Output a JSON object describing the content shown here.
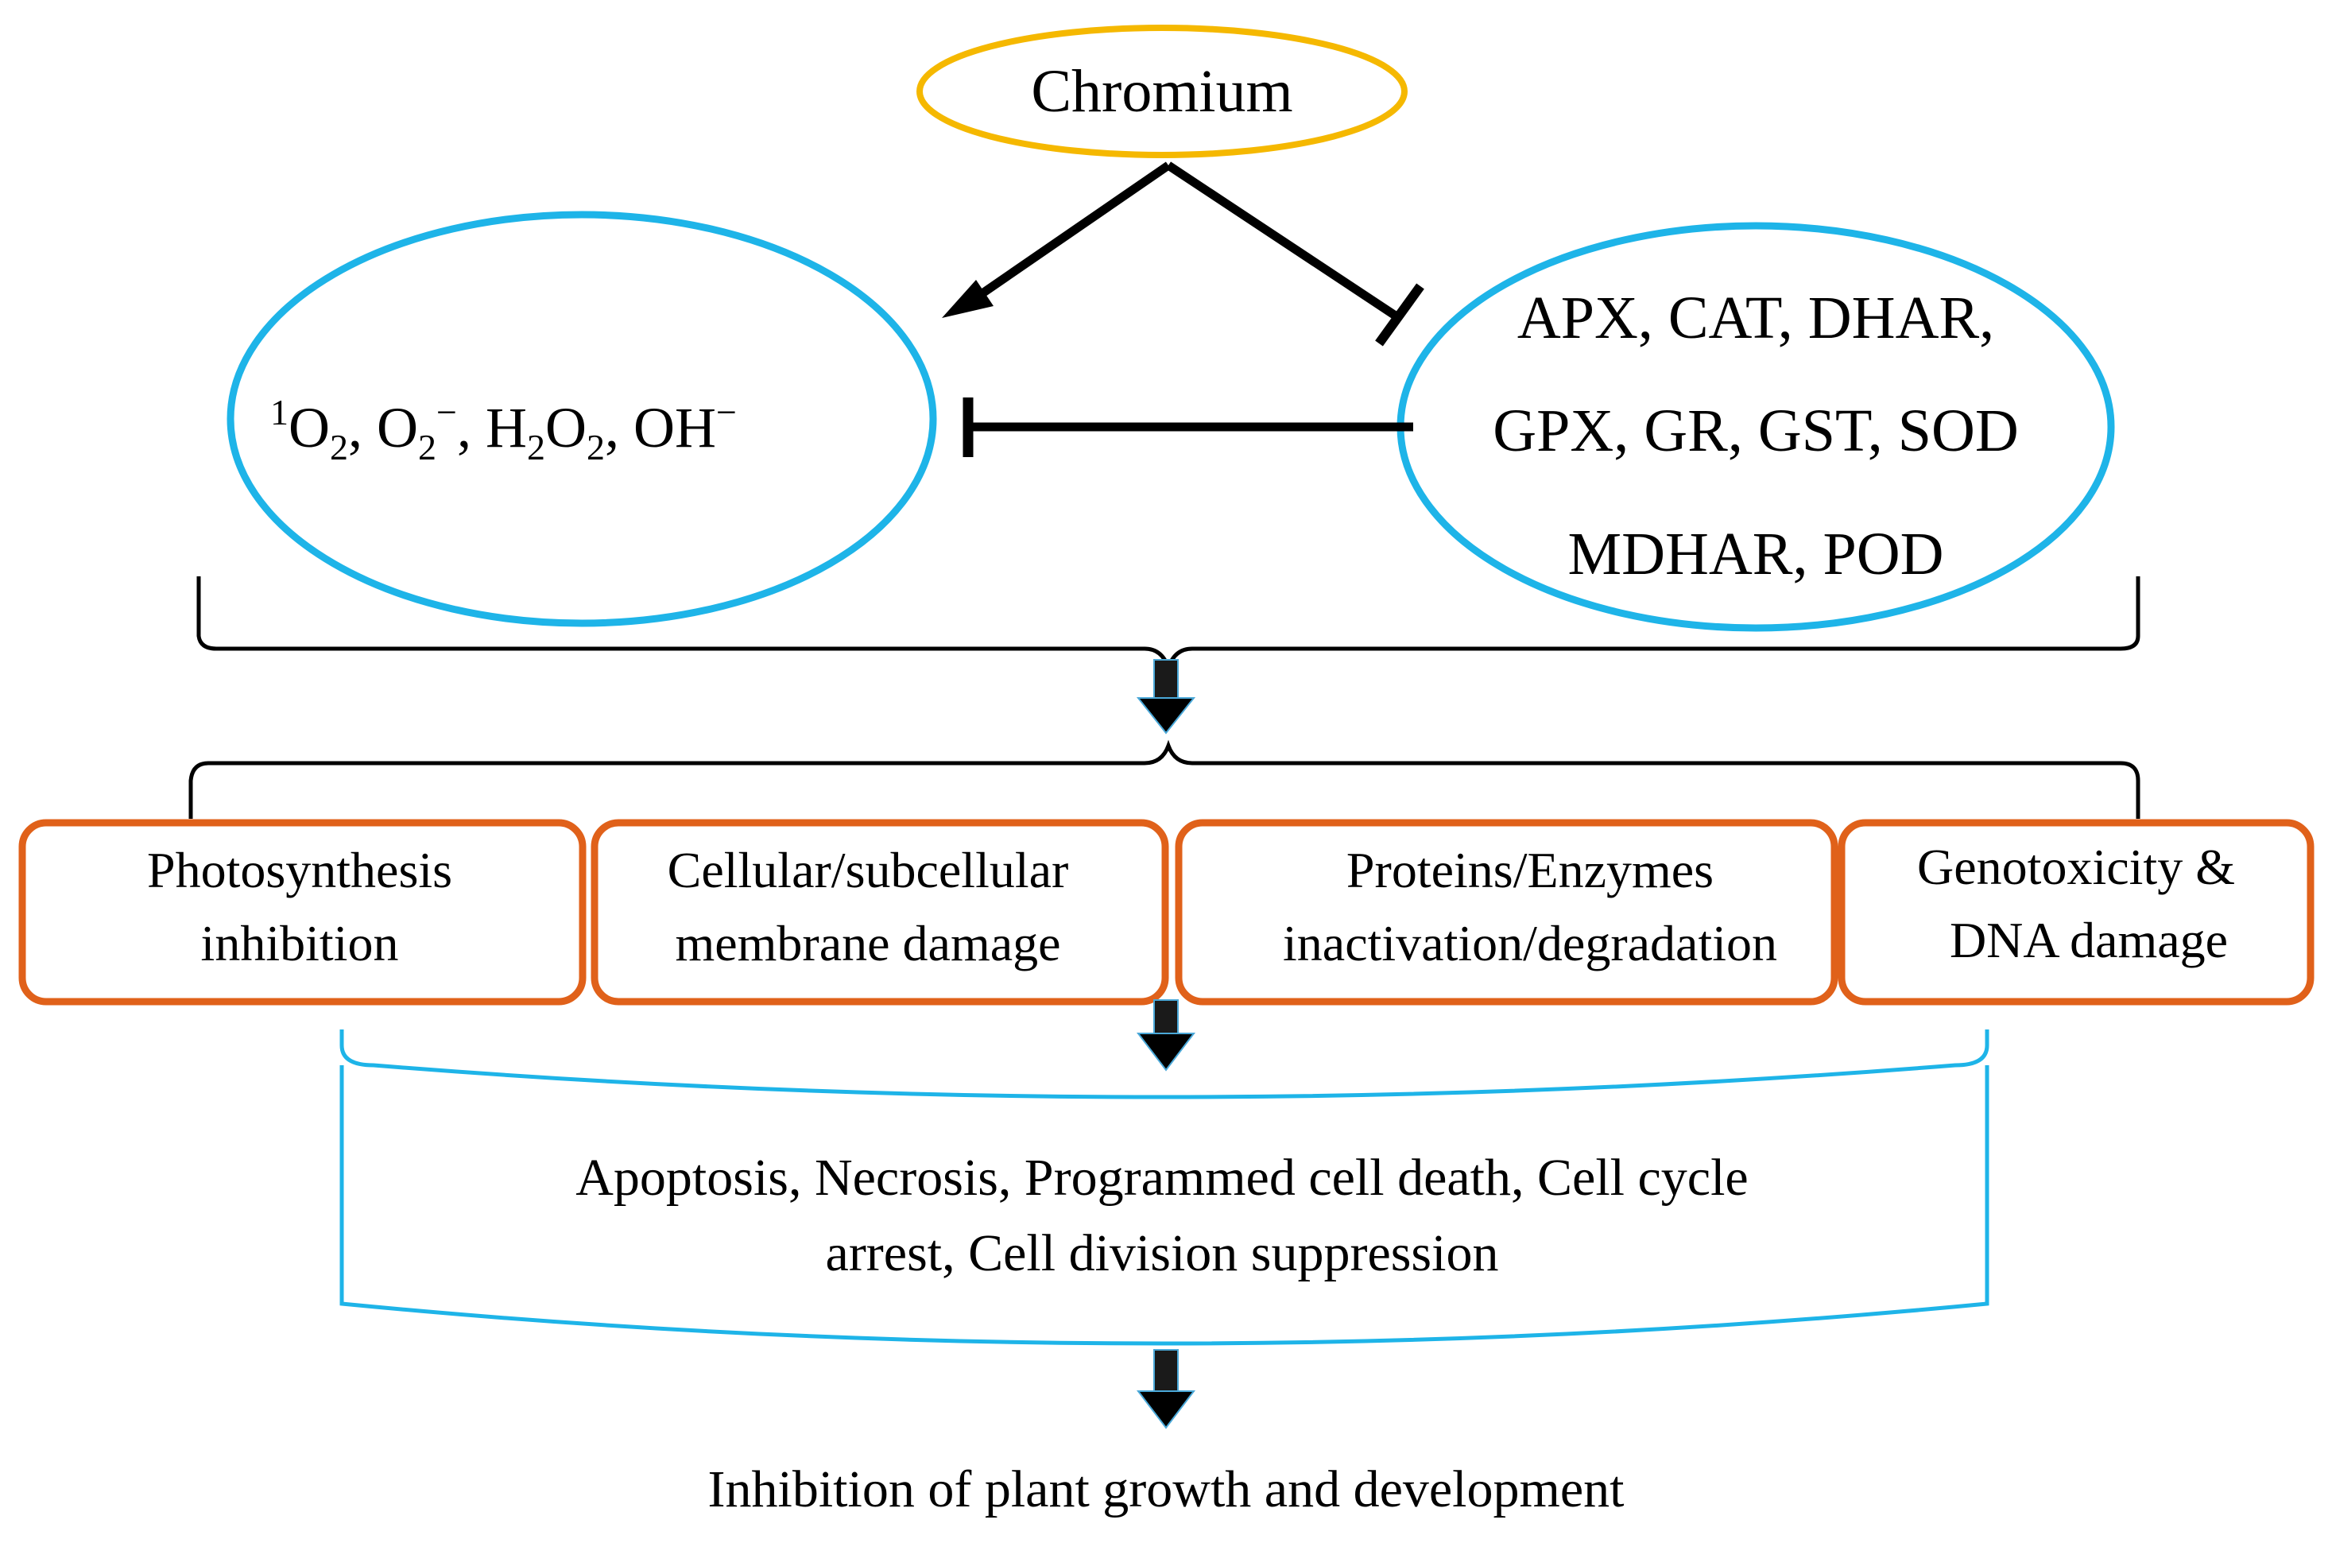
{
  "source": {
    "label": "Chromium"
  },
  "ros": {
    "parts": [
      "1",
      "O",
      "2",
      ", O",
      "2",
      "−",
      ", H",
      "2",
      "O",
      "2",
      ", OH",
      "−"
    ]
  },
  "antioxidants": {
    "line1": "APX, CAT, DHAR,",
    "line2": "GPX, GR, GST, SOD",
    "line3": "MDHAR, POD"
  },
  "effects": [
    {
      "line1": "Photosynthesis",
      "line2": "inhibition"
    },
    {
      "line1": "Cellular/subcellular",
      "line2": "membrane damage"
    },
    {
      "line1": "Proteins/Enzymes",
      "line2": "inactivation/degradation"
    },
    {
      "line1": "Genotoxicity &",
      "line2": "DNA damage"
    }
  ],
  "cell_death": {
    "line1": "Apoptosis, Necrosis, Programmed cell death, Cell cycle",
    "line2": "arrest, Cell division suppression"
  },
  "outcome": {
    "label": "Inhibition of plant growth and development"
  },
  "colors": {
    "source_outline": "#F5B800",
    "ellipse_outline": "#1EB4E8",
    "box_outline": "#E0611A",
    "cell_death_outline": "#1EB4E8",
    "arrow": "#000000"
  }
}
